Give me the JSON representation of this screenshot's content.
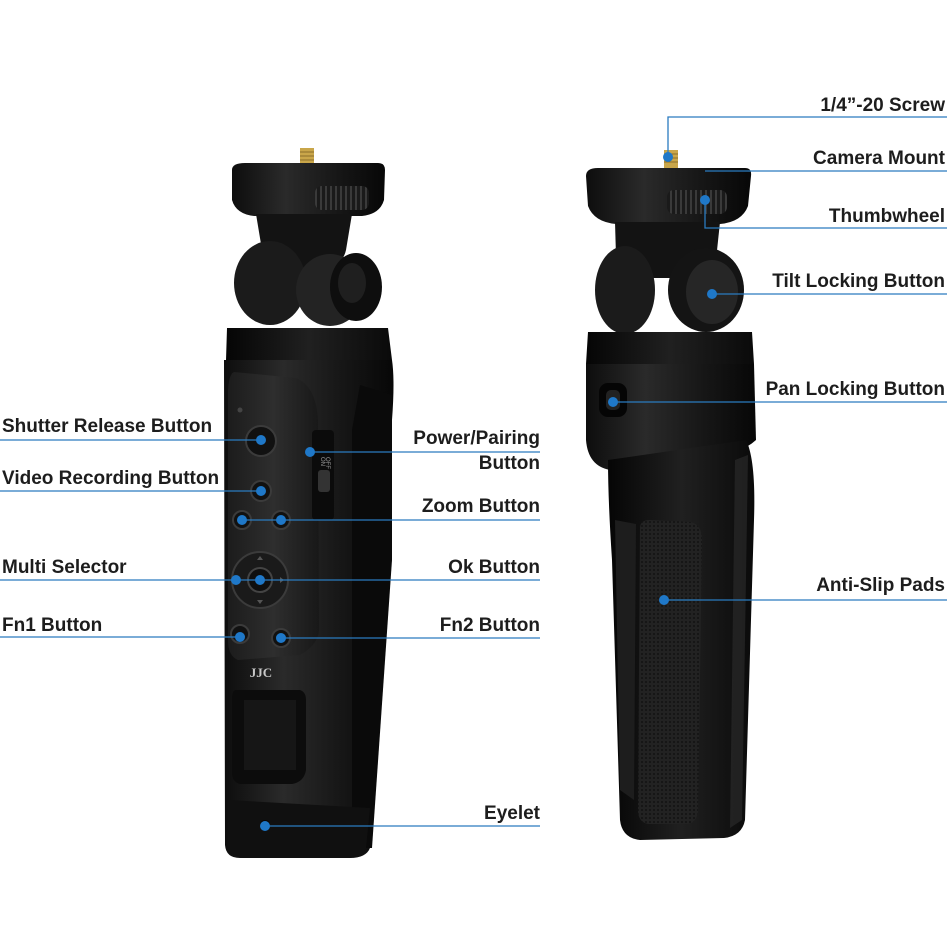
{
  "labels": {
    "screw": "1/4”-20 Screw",
    "camera_mount": "Camera Mount",
    "thumbwheel": "Thumbwheel",
    "tilt_lock": "Tilt Locking Button",
    "pan_lock": "Pan Locking Button",
    "anti_slip": "Anti-Slip Pads",
    "shutter": "Shutter Release Button",
    "video": "Video Recording Button",
    "multi": "Multi Selector",
    "fn1": "Fn1 Button",
    "power_line1": "Power/Pairing",
    "power_line2": "Button",
    "zoom": "Zoom Button",
    "ok": "Ok Button",
    "fn2": "Fn2 Button",
    "eyelet": "Eyelet"
  },
  "remote": {
    "brand": "JJC",
    "switch_off": "OFF",
    "switch_on": "ON"
  },
  "colors": {
    "leader_line": "#2a7bbf",
    "callout_dot": "#1f78c8",
    "body": "#161616",
    "body_highlight": "#2c2c2c",
    "screw": "#c9a64a",
    "label_text": "#1d1d1d"
  },
  "icons": {
    "callout_dot": "blue-dot-icon",
    "screw": "screw-icon"
  }
}
